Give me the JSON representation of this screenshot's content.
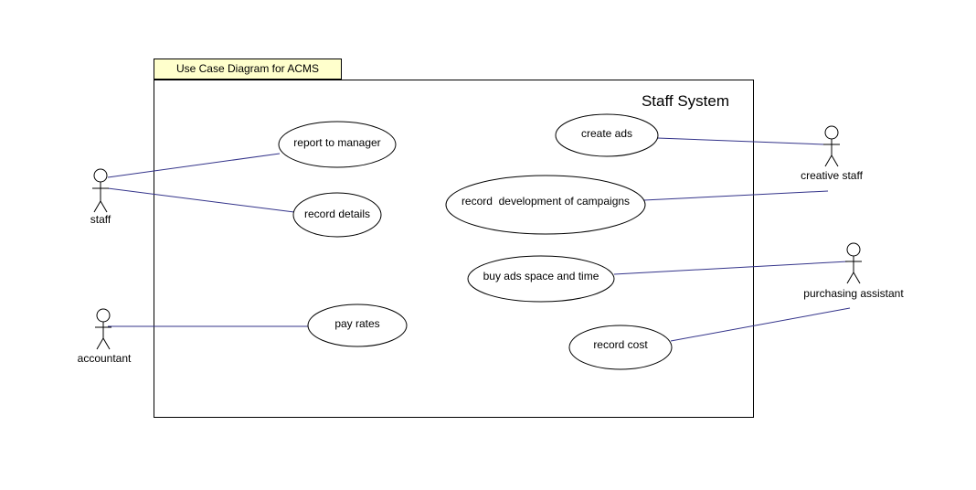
{
  "package": {
    "title": "Use Case Diagram for ACMS"
  },
  "system": {
    "title": "Staff System"
  },
  "actors": {
    "staff": "staff",
    "accountant": "accountant",
    "creative_staff": "creative staff",
    "purchasing_assistant": "purchasing assistant"
  },
  "use_cases": {
    "report_to_manager": "report to manager",
    "record_details": "record details",
    "pay_rates": "pay rates",
    "create_ads": "create ads",
    "record_development": "record  development of campaigns",
    "buy_ads_space": "buy ads space and time",
    "record_cost": "record cost"
  },
  "colors": {
    "association": "#33338a",
    "package_tab": "#ffffcc"
  }
}
